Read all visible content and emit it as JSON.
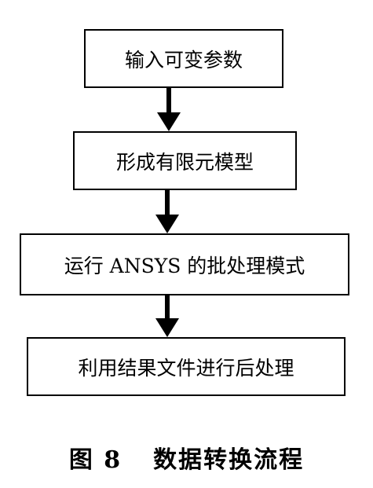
{
  "flowchart": {
    "steps": [
      "输入可变参数",
      "形成有限元模型",
      "运行 ANSYS 的批处理模式",
      "利用结果文件进行后处理"
    ]
  },
  "caption": {
    "figure_label": "图 8",
    "title": "数据转换流程"
  }
}
